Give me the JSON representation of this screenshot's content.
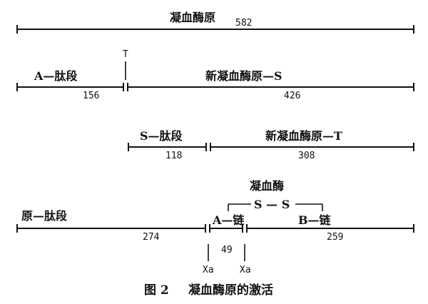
{
  "row1": {
    "label": "凝血酶原",
    "value": "582"
  },
  "row2": {
    "marker": "T",
    "left_label": "A—肽段",
    "left_value": "156",
    "right_label": "新凝血酶原—S",
    "right_value": "426"
  },
  "row3": {
    "left_label": "S—肽段",
    "left_value": "118",
    "right_label": "新凝血酶原—T",
    "right_value": "308"
  },
  "row4": {
    "thrombin_label": "凝血酶",
    "disulfide_label": "S — S",
    "left_label": "原—肽段",
    "left_value": "274",
    "a_chain_label": "A—链",
    "a_chain_value": "49",
    "b_chain_label": "B—链",
    "b_chain_value": "259",
    "cleave_left": "Xa",
    "cleave_right": "Xa"
  },
  "caption": {
    "figure": "图 2",
    "text": "凝血酶原的激活"
  }
}
